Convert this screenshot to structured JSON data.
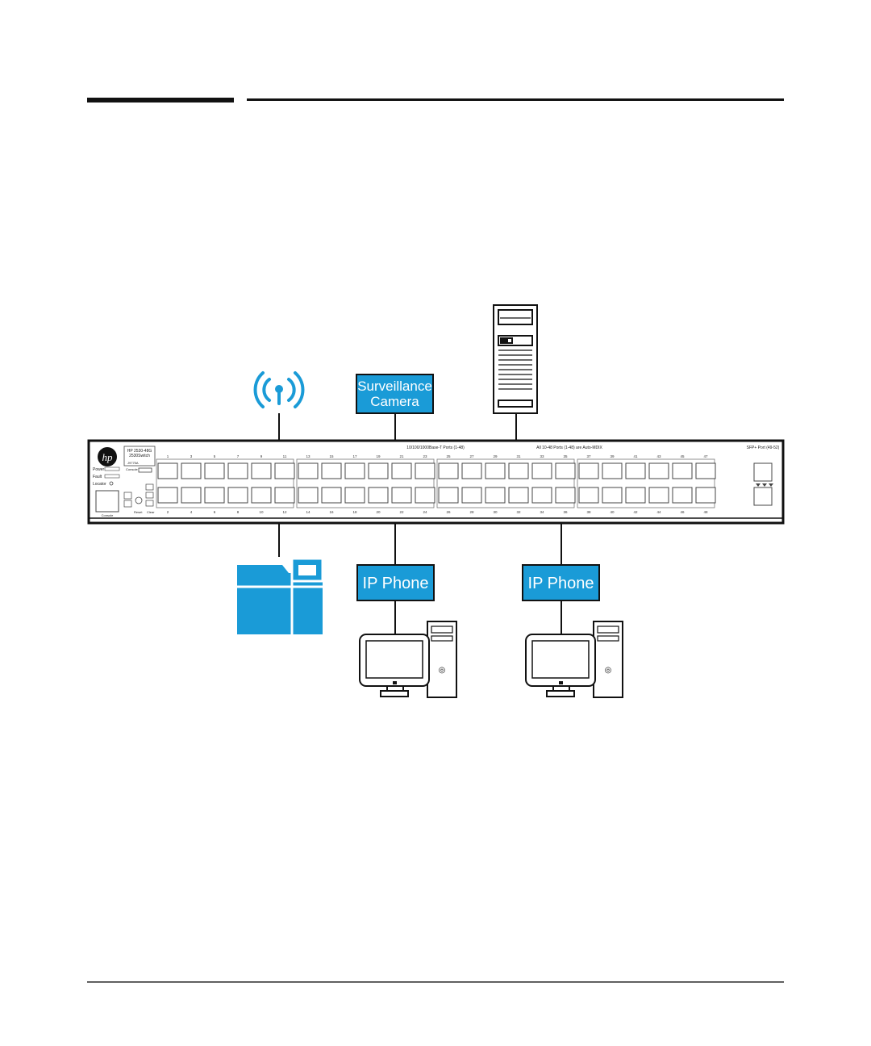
{
  "diagram": {
    "labels": {
      "camera_line1": "Surveillance",
      "camera_line2": "Camera",
      "ip_phone_1": "IP Phone",
      "ip_phone_2": "IP Phone"
    },
    "switch": {
      "logo": "hp",
      "model_line1": "HP 2530-48G",
      "model_line2": "2530Switch",
      "model_line3": "J9775A",
      "console_label": "Console",
      "power_label": "Power",
      "fault_label": "Fault",
      "locator_label": "Locator",
      "reset_label": "Reset",
      "clear_label": "Clear",
      "ports_title": "10/100/1000Base-T Ports (1-48)",
      "poe_title": "All 10-48 Ports (1-48) are Auto-MDIX",
      "sfp_title": "SFP+ Port (49-52)",
      "top_numbers": [
        "1",
        "3",
        "5",
        "7",
        "9",
        "11",
        "13",
        "15",
        "17",
        "19",
        "21",
        "23",
        "25",
        "27",
        "29",
        "31",
        "33",
        "35",
        "37",
        "39",
        "41",
        "43",
        "45",
        "47"
      ],
      "bottom_numbers": [
        "2",
        "4",
        "6",
        "8",
        "10",
        "12",
        "14",
        "16",
        "18",
        "20",
        "22",
        "24",
        "26",
        "28",
        "30",
        "32",
        "34",
        "36",
        "38",
        "40",
        "42",
        "44",
        "46",
        "48"
      ]
    },
    "colors": {
      "accent": "#1a9bd7",
      "line": "#111111",
      "outline": "#222222"
    },
    "icons": [
      "wireless-ap-icon",
      "server-tower-icon",
      "nas-storage-icon",
      "desktop-computer-icon"
    ]
  }
}
